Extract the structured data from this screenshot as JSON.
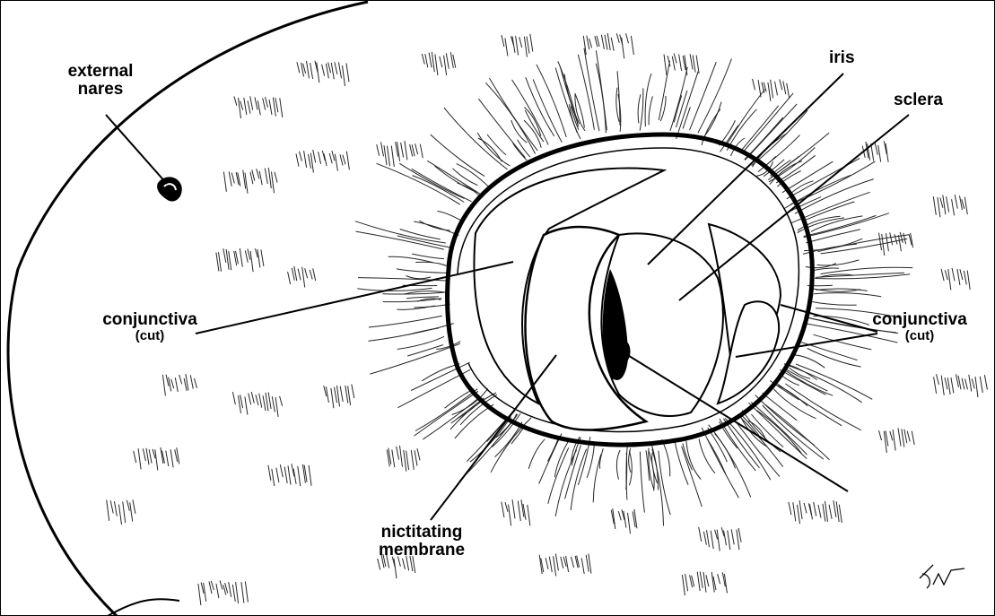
{
  "labels": {
    "external_nares": {
      "line1": "external",
      "line2": "nares"
    },
    "iris": "iris",
    "sclera": "sclera",
    "conjunctiva_left": {
      "main": "conjunctiva",
      "sub": "(cut)"
    },
    "conjunctiva_right": {
      "main": "conjunctiva",
      "sub": "(cut)"
    },
    "nictitating_membrane": {
      "line1": "nictitating",
      "line2": "membrane"
    }
  },
  "colors": {
    "ink": "#000000",
    "paper": "#ffffff"
  }
}
